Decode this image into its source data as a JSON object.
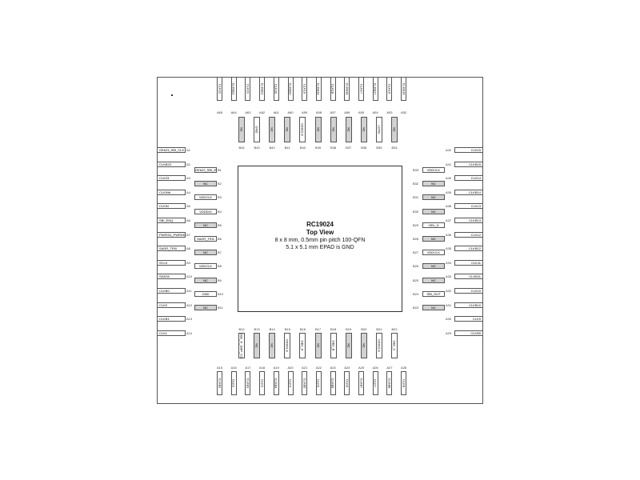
{
  "diagram": {
    "center": {
      "part": "RC19024",
      "view": "Top View",
      "package": "8 x 8 mm, 0.5mm pin pitch 100-QFN",
      "epad": "5.1  x 5.1 mm EPAD is GND"
    },
    "top_outer": [
      {
        "id": "A65",
        "label": "CLK22"
      },
      {
        "id": "A64",
        "label": "CLKB22"
      },
      {
        "id": "A63",
        "label": "CLK21"
      },
      {
        "id": "A62",
        "label": "CLKB21"
      },
      {
        "id": "A61",
        "label": "CLK20"
      },
      {
        "id": "A60",
        "label": "CLKB20"
      },
      {
        "id": "A59",
        "label": "CLK19"
      },
      {
        "id": "A58",
        "label": "CLKB19"
      },
      {
        "id": "A57",
        "label": "CLK18"
      },
      {
        "id": "A56",
        "label": "CLKB18"
      },
      {
        "id": "A55",
        "label": "CLK17"
      },
      {
        "id": "A54",
        "label": "CLKB17"
      },
      {
        "id": "A53",
        "label": "CLK16"
      },
      {
        "id": "A52",
        "label": "CLKB16"
      }
    ],
    "top_inner": [
      {
        "id": "B44",
        "label": "NC",
        "nc": true
      },
      {
        "id": "B43",
        "label": "GND",
        "nc": false
      },
      {
        "id": "B42",
        "label": "NC",
        "nc": true
      },
      {
        "id": "B41",
        "label": "NC",
        "nc": true
      },
      {
        "id": "B40",
        "label": "VDDCLK",
        "nc": false
      },
      {
        "id": "B39",
        "label": "NC",
        "nc": true
      },
      {
        "id": "B38",
        "label": "NC",
        "nc": true
      },
      {
        "id": "B37",
        "label": "NC",
        "nc": true
      },
      {
        "id": "B36",
        "label": "NC",
        "nc": true
      },
      {
        "id": "B35",
        "label": "LOTIb",
        "nc": false
      },
      {
        "id": "B34",
        "label": "NC",
        "nc": true
      }
    ],
    "left_outer": [
      {
        "id": "A1",
        "label": "OEb23_SBI_CLK"
      },
      {
        "id": "A2",
        "label": "CLKB23"
      },
      {
        "id": "A3",
        "label": "CLK23"
      },
      {
        "id": "A4",
        "label": "CLKINb"
      },
      {
        "id": "A5",
        "label": "CLKIN"
      },
      {
        "id": "A6",
        "label": "SBI_ENQ"
      },
      {
        "id": "A7",
        "label": "PWRGD_PWRDNb"
      },
      {
        "id": "A8",
        "label": "SADR_TRI0"
      },
      {
        "id": "A9",
        "label": "SCLK"
      },
      {
        "id": "A10",
        "label": "SDATA"
      },
      {
        "id": "A11",
        "label": "CLKB0"
      },
      {
        "id": "A12",
        "label": "CLK0"
      },
      {
        "id": "A13",
        "label": "CLKB1"
      },
      {
        "id": "A14",
        "label": "CLK1"
      }
    ],
    "left_inner": [
      {
        "id": "B1",
        "label": "OEb22_SBI_IN",
        "nc": false
      },
      {
        "id": "B2",
        "label": "NC",
        "nc": true
      },
      {
        "id": "B3",
        "label": "VDDCLK",
        "nc": false
      },
      {
        "id": "B4",
        "label": "VDDDIG",
        "nc": false
      },
      {
        "id": "B5",
        "label": "NC",
        "nc": true
      },
      {
        "id": "B6",
        "label": "SADR_TRI1",
        "nc": false
      },
      {
        "id": "B7",
        "label": "NC",
        "nc": true
      },
      {
        "id": "B8",
        "label": "VDDCLK",
        "nc": false
      },
      {
        "id": "B9",
        "label": "NC",
        "nc": true
      },
      {
        "id": "B10",
        "label": "GND",
        "nc": false
      },
      {
        "id": "B11",
        "label": "NC",
        "nc": true
      }
    ],
    "right_outer": [
      {
        "id": "A42",
        "label": "CLK15"
      },
      {
        "id": "A41",
        "label": "CLKB15"
      },
      {
        "id": "A40",
        "label": "CLK14"
      },
      {
        "id": "A39",
        "label": "CLKB14"
      },
      {
        "id": "A38",
        "label": "CLK13"
      },
      {
        "id": "A37",
        "label": "CLKB13"
      },
      {
        "id": "A36",
        "label": "CLK12"
      },
      {
        "id": "A35",
        "label": "CLKB12"
      },
      {
        "id": "A34",
        "label": "CLK11"
      },
      {
        "id": "A33",
        "label": "CLKB11"
      },
      {
        "id": "A32",
        "label": "CLK10"
      },
      {
        "id": "A31",
        "label": "CLKB10"
      },
      {
        "id": "A30",
        "label": "CLK9"
      },
      {
        "id": "A29",
        "label": "CLKB9"
      }
    ],
    "right_inner": [
      {
        "id": "B33",
        "label": "VDDCLK",
        "nc": false
      },
      {
        "id": "B32",
        "label": "NC",
        "nc": true
      },
      {
        "id": "B31",
        "label": "NC",
        "nc": true
      },
      {
        "id": "B30",
        "label": "NC",
        "nc": true
      },
      {
        "id": "B29",
        "label": "OEb_D",
        "nc": false
      },
      {
        "id": "B28",
        "label": "NC",
        "nc": true
      },
      {
        "id": "B27",
        "label": "VDDCLK",
        "nc": false
      },
      {
        "id": "B26",
        "label": "NC",
        "nc": true
      },
      {
        "id": "B25",
        "label": "NC",
        "nc": true
      },
      {
        "id": "B24",
        "label": "SBI_OUT",
        "nc": false
      },
      {
        "id": "B23",
        "label": "NC",
        "nc": true
      }
    ],
    "bottom_inner": [
      {
        "id": "B12",
        "label": "OEb_A_SMP_CS",
        "nc": false
      },
      {
        "id": "B13",
        "label": "NC",
        "nc": true
      },
      {
        "id": "B14",
        "label": "NC",
        "nc": true
      },
      {
        "id": "B15",
        "label": "VDDCLK",
        "nc": false
      },
      {
        "id": "B16",
        "label": "OEb_A",
        "nc": false
      },
      {
        "id": "B17",
        "label": "NC",
        "nc": true
      },
      {
        "id": "B18",
        "label": "OEb_B",
        "nc": false
      },
      {
        "id": "B19",
        "label": "NC",
        "nc": true
      },
      {
        "id": "B20",
        "label": "NC",
        "nc": true
      },
      {
        "id": "B21",
        "label": "VDDCLK",
        "nc": false
      },
      {
        "id": "B22",
        "label": "OEb_C",
        "nc": false
      }
    ],
    "bottom_outer": [
      {
        "id": "A15",
        "label": "CLKB2"
      },
      {
        "id": "A16",
        "label": "CLK2"
      },
      {
        "id": "A17",
        "label": "CLKB3"
      },
      {
        "id": "A18",
        "label": "CLK3"
      },
      {
        "id": "A19",
        "label": "CLKB4"
      },
      {
        "id": "A20",
        "label": "CLK4"
      },
      {
        "id": "A21",
        "label": "CLKB5"
      },
      {
        "id": "A22",
        "label": "CLK5"
      },
      {
        "id": "A23",
        "label": "CLKB6"
      },
      {
        "id": "A24",
        "label": "CLK6"
      },
      {
        "id": "A25",
        "label": "CLKB7"
      },
      {
        "id": "A26",
        "label": "CLK7"
      },
      {
        "id": "A27",
        "label": "CLKB8"
      },
      {
        "id": "A28",
        "label": "CLK8"
      }
    ]
  }
}
